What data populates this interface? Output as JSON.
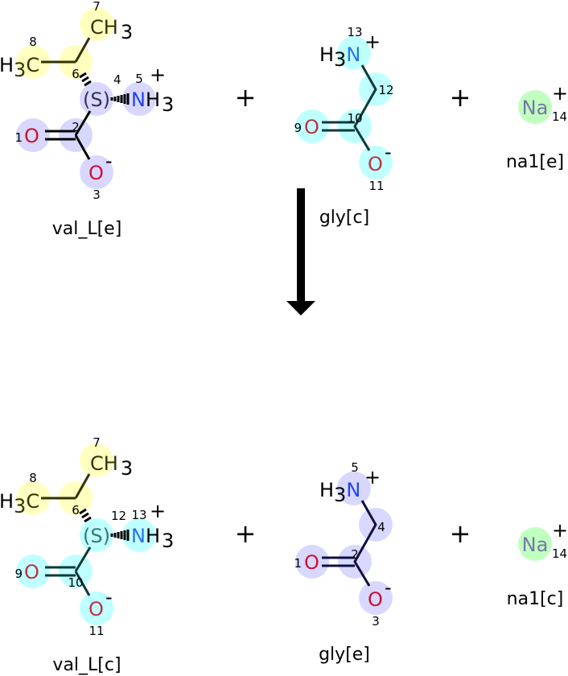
{
  "colors": {
    "yellow": "#ffffc0",
    "lavender": "#d8d8ff",
    "cyan": "#c0ffff",
    "green": "#c0ffc0",
    "oxygen": "#cc1133",
    "nitrogen": "#2244ee"
  },
  "operators": {
    "plus": "+"
  },
  "reactants": {
    "val": {
      "label": "val_L[e]",
      "ch3_top": "CH",
      "sub3": "3",
      "h3c_h": "H",
      "h3c_c": "C",
      "stereo": "(S)",
      "n": "N",
      "h": "H",
      "plus": "+",
      "minus": "-",
      "o": "O",
      "nums": {
        "a1": "1",
        "a2": "2",
        "a3": "3",
        "a4": "4",
        "a5": "5",
        "a6": "6",
        "a7": "7",
        "a8": "8"
      }
    },
    "gly": {
      "label": "gly[c]",
      "h": "H",
      "sub3": "3",
      "n": "N",
      "plus": "+",
      "minus": "-",
      "o": "O",
      "nums": {
        "n": "13",
        "ch2": "12",
        "c": "10",
        "o_double": "9",
        "o_minus": "11"
      }
    },
    "na": {
      "label": "na1[e]",
      "symbol": "Na",
      "plus": "+",
      "num": "14"
    }
  },
  "products": {
    "val": {
      "label": "val_L[c]",
      "ch3_top": "CH",
      "sub3": "3",
      "h3c_h": "H",
      "h3c_c": "C",
      "stereo": "(S)",
      "n": "N",
      "h": "H",
      "plus": "+",
      "minus": "-",
      "o": "O",
      "nums": {
        "a1": "9",
        "a2": "10",
        "a3": "11",
        "a4": "12",
        "a5": "13",
        "a6": "6",
        "a7": "7",
        "a8": "8"
      }
    },
    "gly": {
      "label": "gly[e]",
      "h": "H",
      "sub3": "3",
      "n": "N",
      "plus": "+",
      "minus": "-",
      "o": "O",
      "nums": {
        "n": "5",
        "ch2": "4",
        "c": "2",
        "o_double": "1",
        "o_minus": "3"
      }
    },
    "na": {
      "label": "na1[c]",
      "symbol": "Na",
      "plus": "+",
      "num": "14"
    }
  }
}
